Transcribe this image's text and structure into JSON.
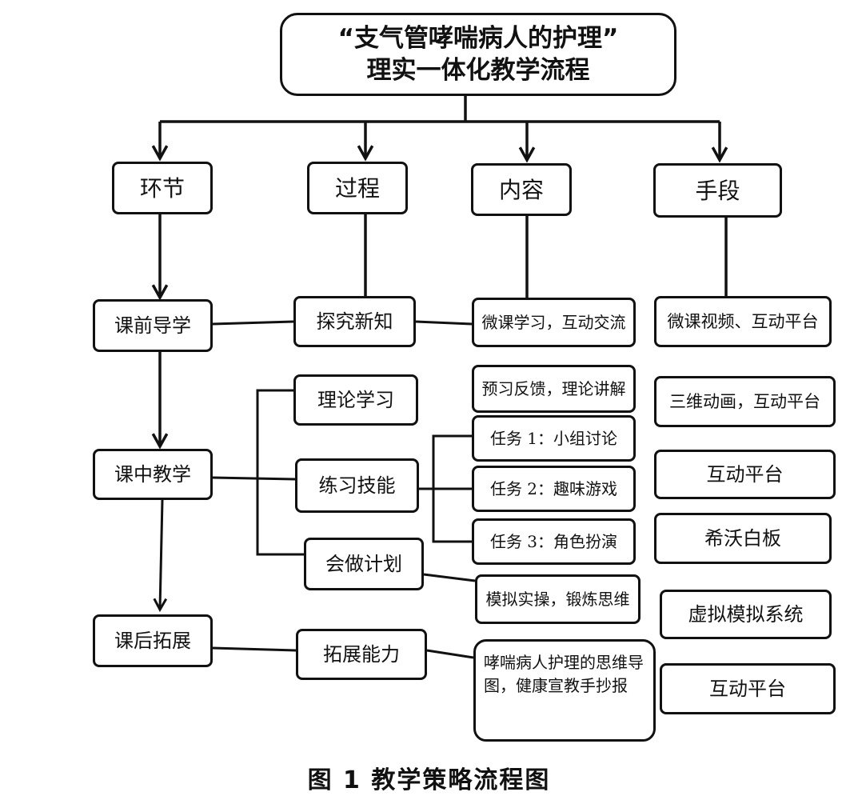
{
  "title": {
    "line1": "“支气管哮喘病人的护理”",
    "line2": "理实一体化教学流程"
  },
  "headers": [
    "环节",
    "过程",
    "内容",
    "手段"
  ],
  "stages": [
    "课前导学",
    "课中教学",
    "课后拓展"
  ],
  "processes": [
    "探究新知",
    "理论学习",
    "练习技能",
    "会做计划",
    "拓展能力"
  ],
  "contents": [
    "微课学习，互动交流",
    "预习反馈，理论讲解",
    "任务 1：小组讨论",
    "任务 2：趣味游戏",
    "任务 3：角色扮演",
    "模拟实操，锻炼思维",
    "哮喘病人护理的思维导图，健康宣教手抄报"
  ],
  "tools": [
    "微课视频、互动平台",
    "三维动画，互动平台",
    "互动平台",
    "希沃白板",
    "虚拟模拟系统",
    "互动平台"
  ],
  "caption": "图 1 教学策略流程图"
}
